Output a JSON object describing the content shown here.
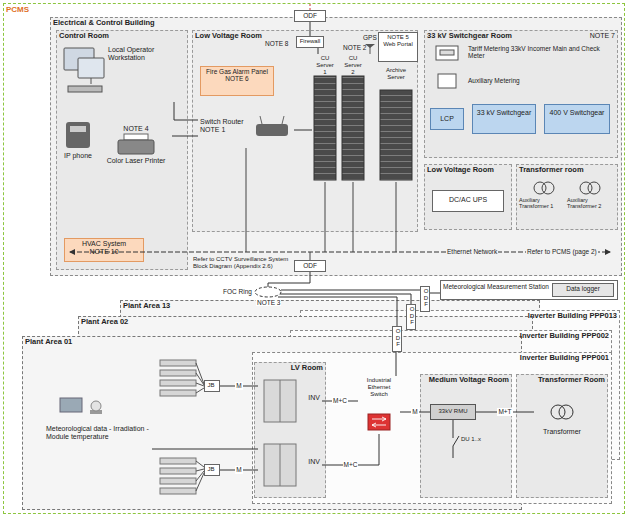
{
  "diagram": {
    "nodes": [
      {
        "text": [
          "PCMS"
        ]
      },
      {
        "text": [
          "Electrical & Control Building"
        ],
        "in": 0
      },
      {
        "text": [
          "Control Room"
        ],
        "in": 1
      },
      {
        "text": [
          "Local Operator Workstation"
        ],
        "in": 2
      },
      {
        "text": [
          "IP phone"
        ],
        "in": 2
      },
      {
        "text": [
          "NOTE 4",
          "Color Laser Printer"
        ],
        "in": 2
      },
      {
        "text": [
          "HVAC System",
          "NOTE 10"
        ],
        "in": 2
      },
      {
        "text": [
          "Low Voltage Room"
        ],
        "in": 1
      },
      {
        "text": [
          "ODF"
        ],
        "in": 1
      },
      {
        "text": [
          "Firewall"
        ],
        "in": 7
      },
      {
        "text": [
          "Fire Gas Alarm Panel",
          "NOTE 6"
        ],
        "in": 7
      },
      {
        "text": [
          "Switch Router",
          "NOTE 1"
        ],
        "in": 7
      },
      {
        "text": [
          "CU Server 1"
        ],
        "in": 7
      },
      {
        "text": [
          "CU Server 2"
        ],
        "in": 7
      },
      {
        "text": [
          "NOTE 5",
          "Web Portal"
        ],
        "in": 7
      },
      {
        "text": [
          "Archive Server"
        ],
        "in": 7
      },
      {
        "text": [
          "33 kV Switchgear Room",
          "NOTE 7"
        ],
        "in": 1
      },
      {
        "text": [
          "Tariff Metering 33kV Incomer Main and Check Meter"
        ],
        "in": 16
      },
      {
        "text": [
          "Auxiliary Metering"
        ],
        "in": 16
      },
      {
        "text": [
          "LCP"
        ],
        "in": 16
      },
      {
        "text": [
          "33 kV Switchgear"
        ],
        "in": 16
      },
      {
        "text": [
          "400 V Switchgear"
        ],
        "in": 16
      },
      {
        "text": [
          "Low Voltage Room"
        ],
        "in": 1
      },
      {
        "text": [
          "DC/AC UPS"
        ],
        "in": 22
      },
      {
        "text": [
          "Transformer room"
        ],
        "in": 1
      },
      {
        "text": [
          "ODF"
        ],
        "in": 1
      },
      {
        "text": [
          "Meteorological Measurement Station"
        ],
        "in": 0
      },
      {
        "text": [
          "Data logger"
        ],
        "in": 26
      },
      {
        "text": [
          "Plant Area 13"
        ],
        "in": 0
      },
      {
        "text": [
          "Inverter Building PPP013"
        ],
        "in": 28
      },
      {
        "text": [
          "ODF"
        ],
        "in": 29
      },
      {
        "text": [
          "Plant Area 02"
        ],
        "in": 0
      },
      {
        "text": [
          "Inverter Building PPP002"
        ],
        "in": 31
      },
      {
        "text": [
          "ODF"
        ],
        "in": 32
      },
      {
        "text": [
          "Plant Area 01"
        ],
        "in": 0
      },
      {
        "text": [
          "JB"
        ],
        "in": 34
      },
      {
        "text": [
          "JB"
        ],
        "in": 34
      },
      {
        "text": [
          "Meteorological data - Irradiation - Module temperature"
        ],
        "in": 34
      },
      {
        "text": [
          "Inverter Building PPP001"
        ],
        "in": 34
      },
      {
        "text": [
          "ODF"
        ],
        "in": 38
      },
      {
        "text": [
          "LV Room"
        ],
        "in": 38
      },
      {
        "text": [
          "INV"
        ],
        "in": 40
      },
      {
        "text": [
          "INV"
        ],
        "in": 40
      },
      {
        "text": [
          "Industrial Ethernet Switch"
        ],
        "in": 38
      },
      {
        "text": [
          "Medium Voltage Room"
        ],
        "in": 38
      },
      {
        "text": [
          "33kV RMU"
        ],
        "in": 44
      },
      {
        "text": [
          "Transformer Room"
        ],
        "in": 38
      },
      {
        "text": [
          "Transformer"
        ],
        "in": 46
      }
    ],
    "edges": [
      {
        "from": 8,
        "to": 9,
        "arrow": "none"
      },
      {
        "from": 9,
        "to": 12,
        "arrow": "none"
      },
      {
        "from": 11,
        "to": 12,
        "arrow": "none"
      },
      {
        "from": 3,
        "to": 11,
        "arrow": "none"
      },
      {
        "from": 5,
        "to": 11,
        "arrow": "none"
      },
      {
        "from": 30,
        "to": 26,
        "arrow": "none"
      },
      {
        "from": 43,
        "to": 39,
        "arrow": "none"
      },
      {
        "from": 41,
        "to": 43,
        "label": "M+C",
        "arrow": "none"
      },
      {
        "from": 42,
        "to": 43,
        "label": "M+C",
        "arrow": "none"
      },
      {
        "from": 43,
        "to": 45,
        "label": "M",
        "arrow": "none"
      },
      {
        "from": 45,
        "to": 47,
        "label": "M+T",
        "arrow": "none"
      },
      {
        "from": 35,
        "to": 41,
        "label": "M",
        "arrow": "none"
      },
      {
        "from": 36,
        "to": 42,
        "label": "M",
        "arrow": "none"
      },
      {
        "from": 37,
        "to": 42,
        "arrow": "none"
      }
    ],
    "labels": [
      "NOTE 8",
      "NOTE 2",
      "GPS",
      "Ethernet Network",
      "Refer to PCMS (page 2)",
      "Refer to CCTV Surveillance System Block Diagram (Appendix 2.6)",
      "FOC Ring",
      "NOTE 3",
      "Auxiliary Transformer 1",
      "Auxiliary Transformer 2",
      "DU 1..x"
    ]
  }
}
